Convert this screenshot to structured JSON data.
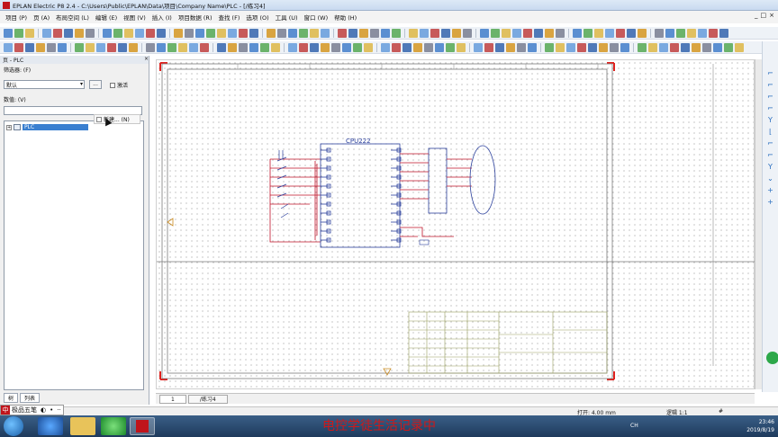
{
  "window": {
    "title": "EPLAN Electric P8 2.4 - C:\\Users\\Public\\EPLAN\\Data\\项目\\Company Name\\PLC - [/练习4]",
    "controls": [
      "_",
      "□",
      "×"
    ]
  },
  "menubar": {
    "items": [
      "项目 (P)",
      "页 (A)",
      "布局空间 (L)",
      "编辑 (E)",
      "视图 (V)",
      "插入 (I)",
      "项目数据 (R)",
      "查找 (F)",
      "选项 (O)",
      "工具 (U)",
      "窗口 (W)",
      "帮助 (H)"
    ]
  },
  "left_panel": {
    "title": "页 - PLC",
    "filter_label": "筛选器: (F)",
    "filter_value": "默认",
    "more_button": "...",
    "activate_label": "激活",
    "number_label": "数值: (V)",
    "tree_item": "PLC",
    "tree_expander": "+",
    "context_menu_item": "新建... (N)",
    "tabs": [
      "树",
      "列表"
    ]
  },
  "drawing": {
    "plc_title": "CPU222",
    "accent": "#e0231f",
    "wire_color": "#c0142a",
    "component_color": "#2a3f9c",
    "frame_color": "#5a5a5a"
  },
  "page_tabs": [
    "1",
    "/练习4"
  ],
  "status": {
    "open_text": "打开: 4.00 mm",
    "logic_text": "逻辑 1:1",
    "hash": "#"
  },
  "ime": {
    "logo": "中",
    "label": "极品五笔",
    "icons": [
      "◐",
      "•",
      "··"
    ]
  },
  "watermark": "电控学徒生活记录中",
  "taskbar": {
    "lang": "CH",
    "time": "23:46",
    "date": "2019/8/19"
  }
}
